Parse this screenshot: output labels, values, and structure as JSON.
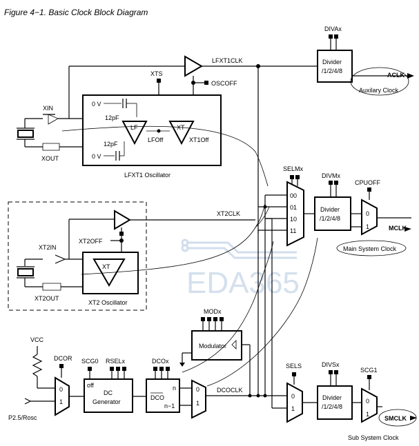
{
  "title": "Figure 4−1. Basic Clock Block Diagram",
  "watermark": "EDA365",
  "labels": {
    "divax": "DIVAx",
    "divider_a_1": "Divider",
    "divider_a_2": "/1/2/4/8",
    "aclk": "ACLK",
    "aux_clock": "Auxilary Clock",
    "lfxt1clk": "LFXT1CLK",
    "xts": "XTS",
    "oscoff": "OSCOFF",
    "xin": "XIN",
    "xout": "XOUT",
    "zero_v_1": "0 V",
    "zero_v_2": "0 V",
    "cap_1": "12pF",
    "cap_2": "12pF",
    "lf": "LF",
    "xt": "XT",
    "lfoff": "LFOff",
    "xt1off": "XT1Off",
    "lfxt1_osc": "LFXT1 Oscillator",
    "selmx": "SELMx",
    "mux_00": "00",
    "mux_01": "01",
    "mux_10": "10",
    "mux_11": "11",
    "divmx": "DIVMx",
    "divider_m_1": "Divider",
    "divider_m_2": "/1/2/4/8",
    "cpuoff": "CPUOFF",
    "cpu_mux_0": "0",
    "cpu_mux_1": "1",
    "mclk": "MCLK",
    "main_clock": "Main System Clock",
    "xt2clk": "XT2CLK",
    "xt2in": "XT2IN",
    "xt2off": "XT2OFF",
    "xt2": "XT",
    "xt2out": "XT2OUT",
    "xt2_osc": "XT2 Oscillator",
    "modx": "MODx",
    "modulator": "Modulator",
    "vcc": "VCC",
    "dcor": "DCOR",
    "scg0": "SCG0",
    "rselx": "RSELx",
    "dcox": "DCOx",
    "dcor_mux_0": "0",
    "dcor_mux_1": "1",
    "off": "off",
    "dc_1": "DC",
    "dc_2": "Generator",
    "dco": "DCO",
    "dco_n": "n",
    "dco_n1": "n−1",
    "dco_mux_0": "0",
    "dco_mux_1": "1",
    "dcoclk": "DCOCLK",
    "p25": "P2.5/Rosc",
    "sels": "SELS",
    "sels_mux_0": "0",
    "sels_mux_1": "1",
    "divsx": "DIVSx",
    "divider_s_1": "Divider",
    "divider_s_2": "/1/2/4/8",
    "scg1": "SCG1",
    "scg1_mux_0": "0",
    "scg1_mux_1": "1",
    "smclk": "SMCLK",
    "sub_clock": "Sub System Clock"
  }
}
